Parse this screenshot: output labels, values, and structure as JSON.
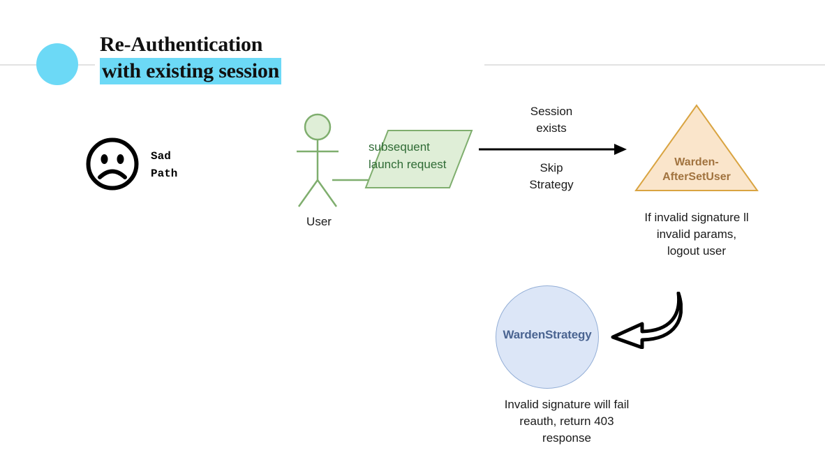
{
  "header": {
    "title_line1": "Re-Authentication",
    "title_line2": "with existing session",
    "accent_color": "#6cd9f6",
    "rule_color": "#e2e2e2"
  },
  "sad_path": {
    "icon": "sad-face-icon",
    "label_line1": "Sad",
    "label_line2": "Path"
  },
  "actor": {
    "icon": "stick-figure-icon",
    "label": "User",
    "color": "#7fae6e"
  },
  "request": {
    "text_line1": "subsequent",
    "text_line2": "launch request",
    "fill": "#dfeed7",
    "stroke": "#7fae6e",
    "text_color": "#2f6b35"
  },
  "flow": {
    "arrow": "right-arrow-icon",
    "label_above_line1": "Session",
    "label_above_line2": "exists",
    "label_below_line1": "Skip",
    "label_below_line2": "Strategy"
  },
  "warden_after_set_user": {
    "shape": "triangle",
    "text_line1": "Warden-",
    "text_line2": "AfterSetUser",
    "fill": "#fae5cb",
    "stroke": "#d9a441",
    "text_color": "#a1733f",
    "caption_line1": "If invalid signature ll",
    "caption_line2": "invalid params,",
    "caption_line3": "logout user"
  },
  "warden_strategy": {
    "shape": "circle",
    "label": "WardenStrategy",
    "fill": "#dce6f7",
    "stroke": "#93aed6",
    "text_color": "#4a6491",
    "arrow": "curved-arrow-icon",
    "caption_line1": "Invalid signature will fail",
    "caption_line2": "reauth, return 403",
    "caption_line3": "response"
  }
}
